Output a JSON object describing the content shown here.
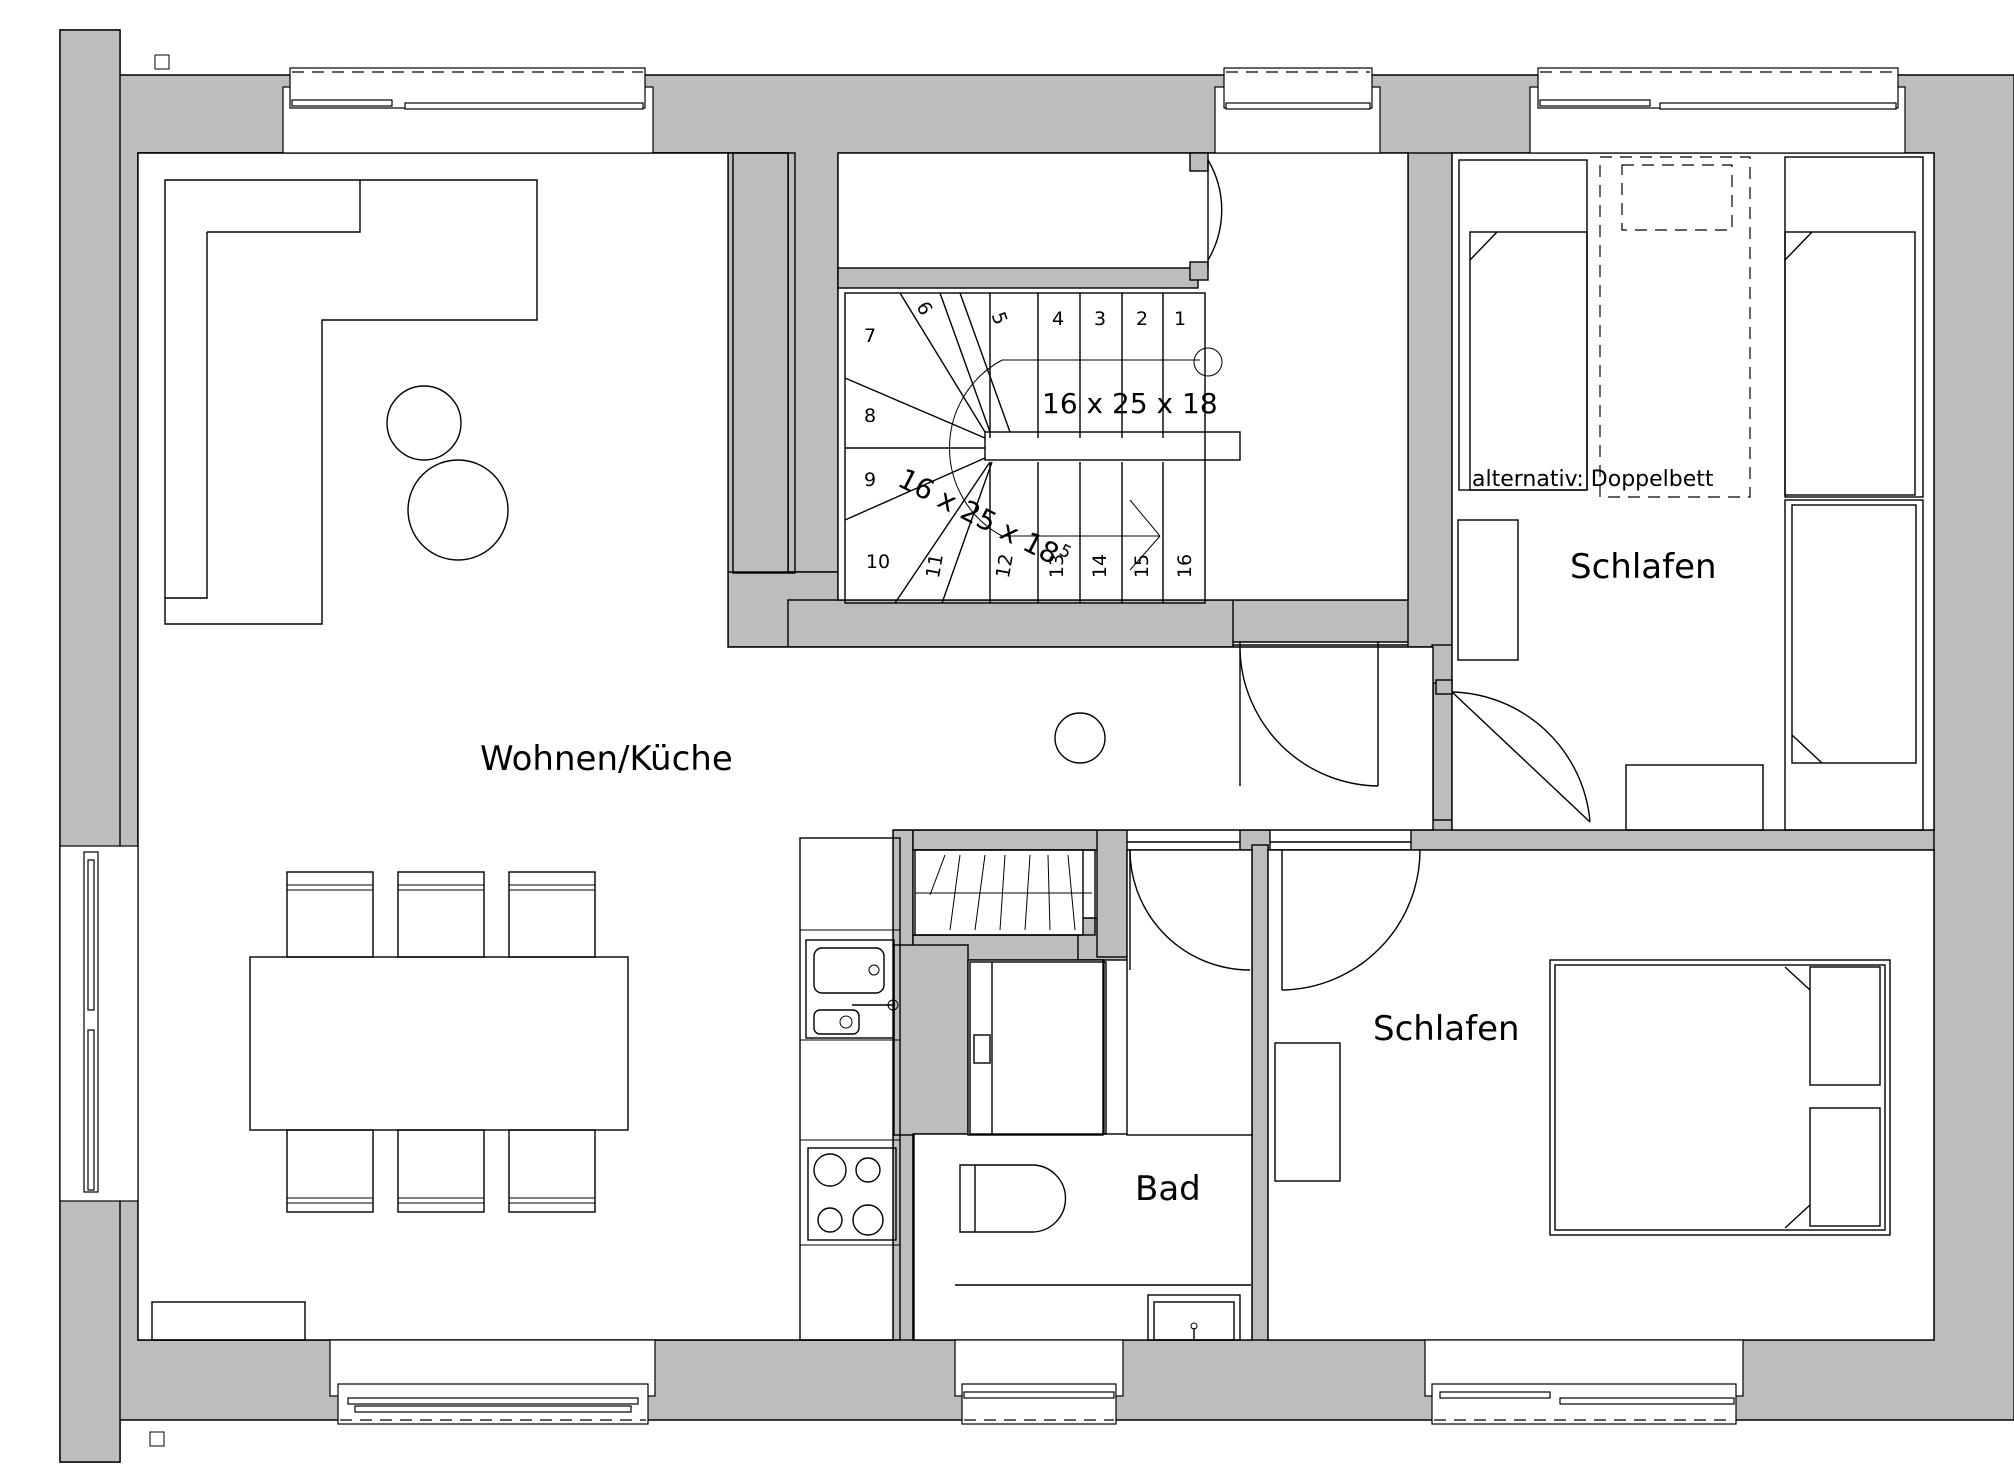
{
  "rooms": {
    "living": "Wohnen/Küche",
    "bedroom_top": "Schlafen",
    "bedroom_bottom": "Schlafen",
    "bath": "Bad"
  },
  "annotations": {
    "bed_alternative": "alternativ: Doppelbett",
    "stair_straight_dim": "16 x 25 x 18",
    "stair_winder_dim": "16 x 25 x 18",
    "stair_winder_dim_sup": "5"
  },
  "stair_steps": [
    "1",
    "2",
    "3",
    "4",
    "5",
    "6",
    "7",
    "8",
    "9",
    "10",
    "11",
    "12",
    "13",
    "14",
    "15",
    "16"
  ],
  "colors": {
    "wall": "#bdbdbd",
    "line": "#000000",
    "background": "#ffffff"
  }
}
